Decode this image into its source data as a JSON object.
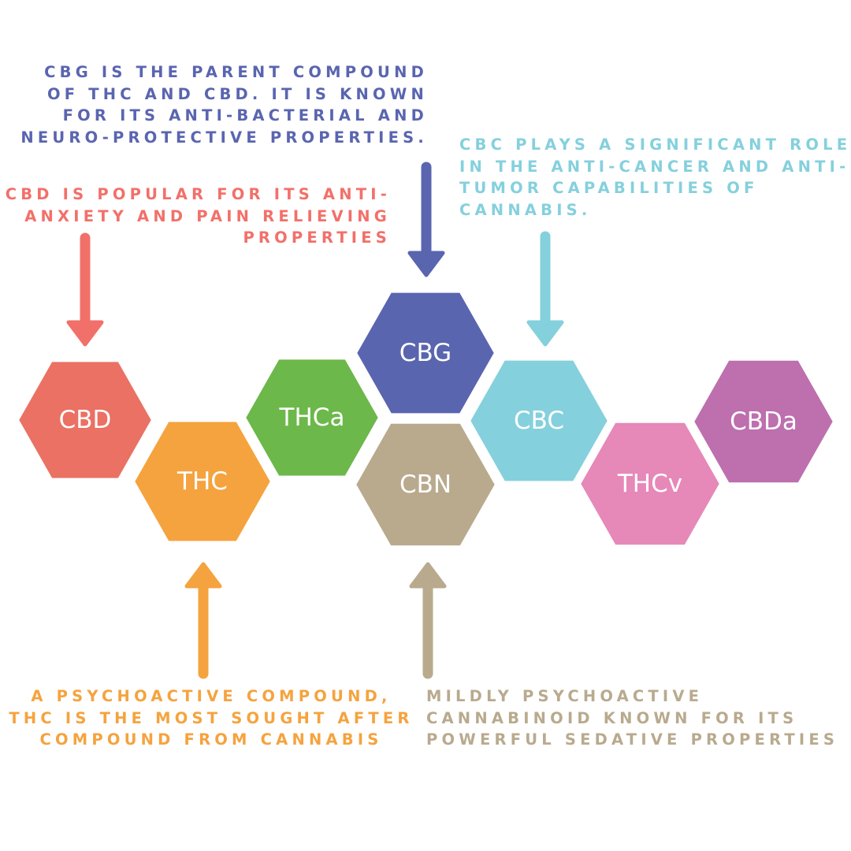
{
  "compounds": [
    {
      "id": "cbd",
      "label": "CBD",
      "color": "#ea7163"
    },
    {
      "id": "thc",
      "label": "THC",
      "color": "#f5a33e"
    },
    {
      "id": "thca",
      "label": "THCa",
      "color": "#6cb84a"
    },
    {
      "id": "cbg",
      "label": "CBG",
      "color": "#5a65b0"
    },
    {
      "id": "cbn",
      "label": "CBN",
      "color": "#b9aa8e"
    },
    {
      "id": "cbc",
      "label": "CBC",
      "color": "#85d0dd"
    },
    {
      "id": "thcv",
      "label": "THCv",
      "color": "#e688b8"
    },
    {
      "id": "cbda",
      "label": "CBDa",
      "color": "#bd6fae"
    }
  ],
  "captions": {
    "cbg": {
      "lines": [
        "CBG IS THE PARENT COMPOUND",
        "OF THC AND CBD. IT IS KNOWN",
        "FOR ITS ANTI-BACTERIAL AND",
        "NEURO-PROTECTIVE PROPERTIES."
      ],
      "color": "#5a65b0"
    },
    "cbc": {
      "lines": [
        "CBC PLAYS A SIGNIFICANT ROLE",
        "IN THE ANTI-CANCER AND ANTI-",
        "TUMOR CAPABILITIES OF",
        "CANNABIS."
      ],
      "color": "#85d0dd"
    },
    "cbd": {
      "lines": [
        "CBD IS POPULAR FOR ITS ANTI-",
        "ANXIETY AND PAIN RELIEVING",
        "PROPERTIES"
      ],
      "color": "#f2706a"
    },
    "thc": {
      "lines": [
        "A PSYCHOACTIVE COMPOUND,",
        "THC IS THE MOST SOUGHT AFTER",
        "COMPOUND FROM CANNABIS"
      ],
      "color": "#f5a33e"
    },
    "cbn": {
      "lines": [
        "MILDLY PSYCHOACTIVE",
        "CANNABINOID KNOWN FOR ITS",
        "POWERFUL SEDATIVE PROPERTIES"
      ],
      "color": "#b9aa8e"
    }
  },
  "arrows": [
    {
      "target": "cbd",
      "direction": "down",
      "color": "#f2706a"
    },
    {
      "target": "cbg",
      "direction": "down",
      "color": "#5a65b0"
    },
    {
      "target": "cbc",
      "direction": "down",
      "color": "#85d0dd"
    },
    {
      "target": "thc",
      "direction": "up",
      "color": "#f5a33e"
    },
    {
      "target": "cbn",
      "direction": "up",
      "color": "#b9aa8e"
    }
  ]
}
